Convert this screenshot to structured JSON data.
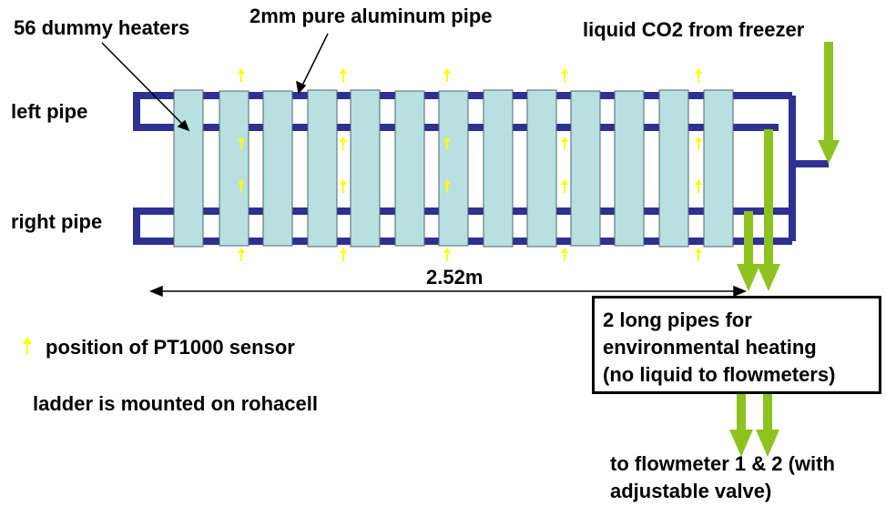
{
  "labels": {
    "dummy_heaters": "56 dummy heaters",
    "aluminum_pipe": "2mm pure aluminum pipe",
    "co2_source": "liquid CO2 from freezer",
    "left_pipe": "left pipe",
    "right_pipe": "right pipe",
    "length": "2.52m",
    "sensor_legend": "position of PT1000 sensor",
    "mounting": "ladder is mounted on rohacell",
    "heating_box": [
      "2 long pipes for",
      "environmental heating",
      "(no liquid to flowmeters)"
    ],
    "flowmeter": [
      "to flowmeter 1 & 2 (with",
      "adjustable valve)"
    ]
  },
  "colors": {
    "pipe": "#2e3191",
    "heater_fill": "#b8e0e0",
    "heater_stroke": "#4f6470",
    "flow_arrow": "#8dc21f",
    "sensor_arrow": "#ffff00"
  },
  "heater_count_in_ladder": 13
}
